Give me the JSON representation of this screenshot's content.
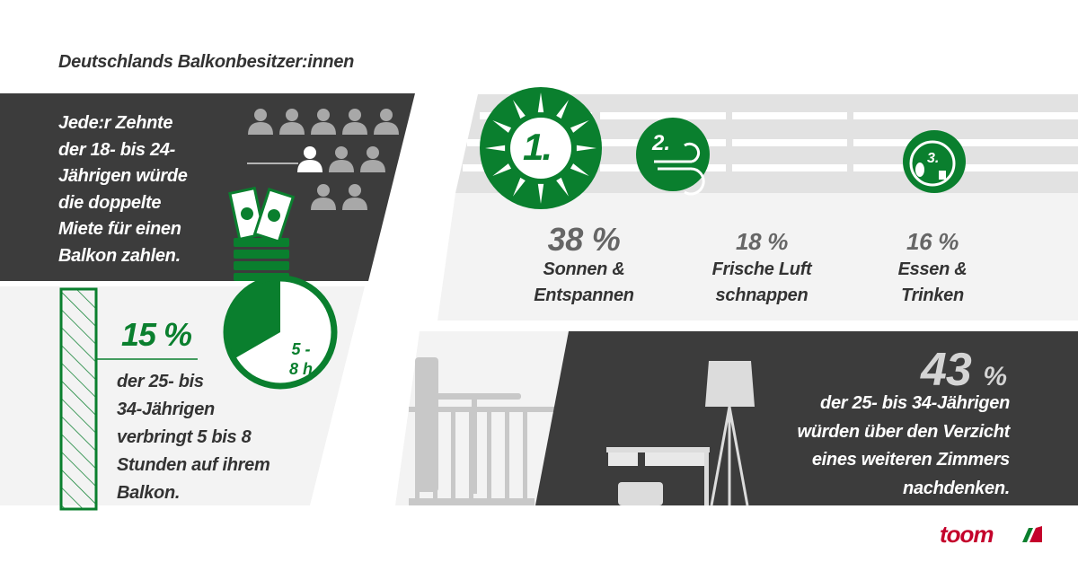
{
  "title": "Deutschlands Balkonbesitzer:innen",
  "colors": {
    "green": "#0a7f2e",
    "dark_panel": "#3c3c3c",
    "light_panel": "#f3f3f3",
    "brand_red": "#c4002b"
  },
  "fact_rent": {
    "lines": [
      "Jede:r Zehnte",
      "der 18- bis 24-",
      "Jährigen würde",
      "die doppelte",
      "Miete für einen",
      "Balkon zahlen."
    ],
    "icons": [
      "people-icon",
      "money-stack-icon"
    ],
    "highlighted_people": 1,
    "total_people": 10
  },
  "fact_hours": {
    "value": "15 %",
    "pie_label_line1": "5 -",
    "pie_label_line2": "8 h",
    "lines": [
      "der 25- bis",
      "34-Jährigen",
      "verbringt 5 bis 8",
      "Stunden auf ihrem",
      "Balkon."
    ]
  },
  "ranking": [
    {
      "rank": "1.",
      "value": "38 %",
      "line1": "Sonnen &",
      "line2": "Entspannen",
      "icon": "sun-icon"
    },
    {
      "rank": "2.",
      "value": "18 %",
      "line1": "Frische Luft",
      "line2": "schnappen",
      "icon": "wind-icon"
    },
    {
      "rank": "3.",
      "value": "16 %",
      "line1": "Essen &",
      "line2": "Trinken",
      "icon": "plate-cutlery-icon"
    }
  ],
  "fact_room": {
    "value": "43",
    "unit": "%",
    "lines": [
      "der 25- bis 34-Jährigen",
      "würden über den Verzicht",
      "eines weiteren Zimmers",
      "nachdenken."
    ]
  },
  "brand": "toom"
}
